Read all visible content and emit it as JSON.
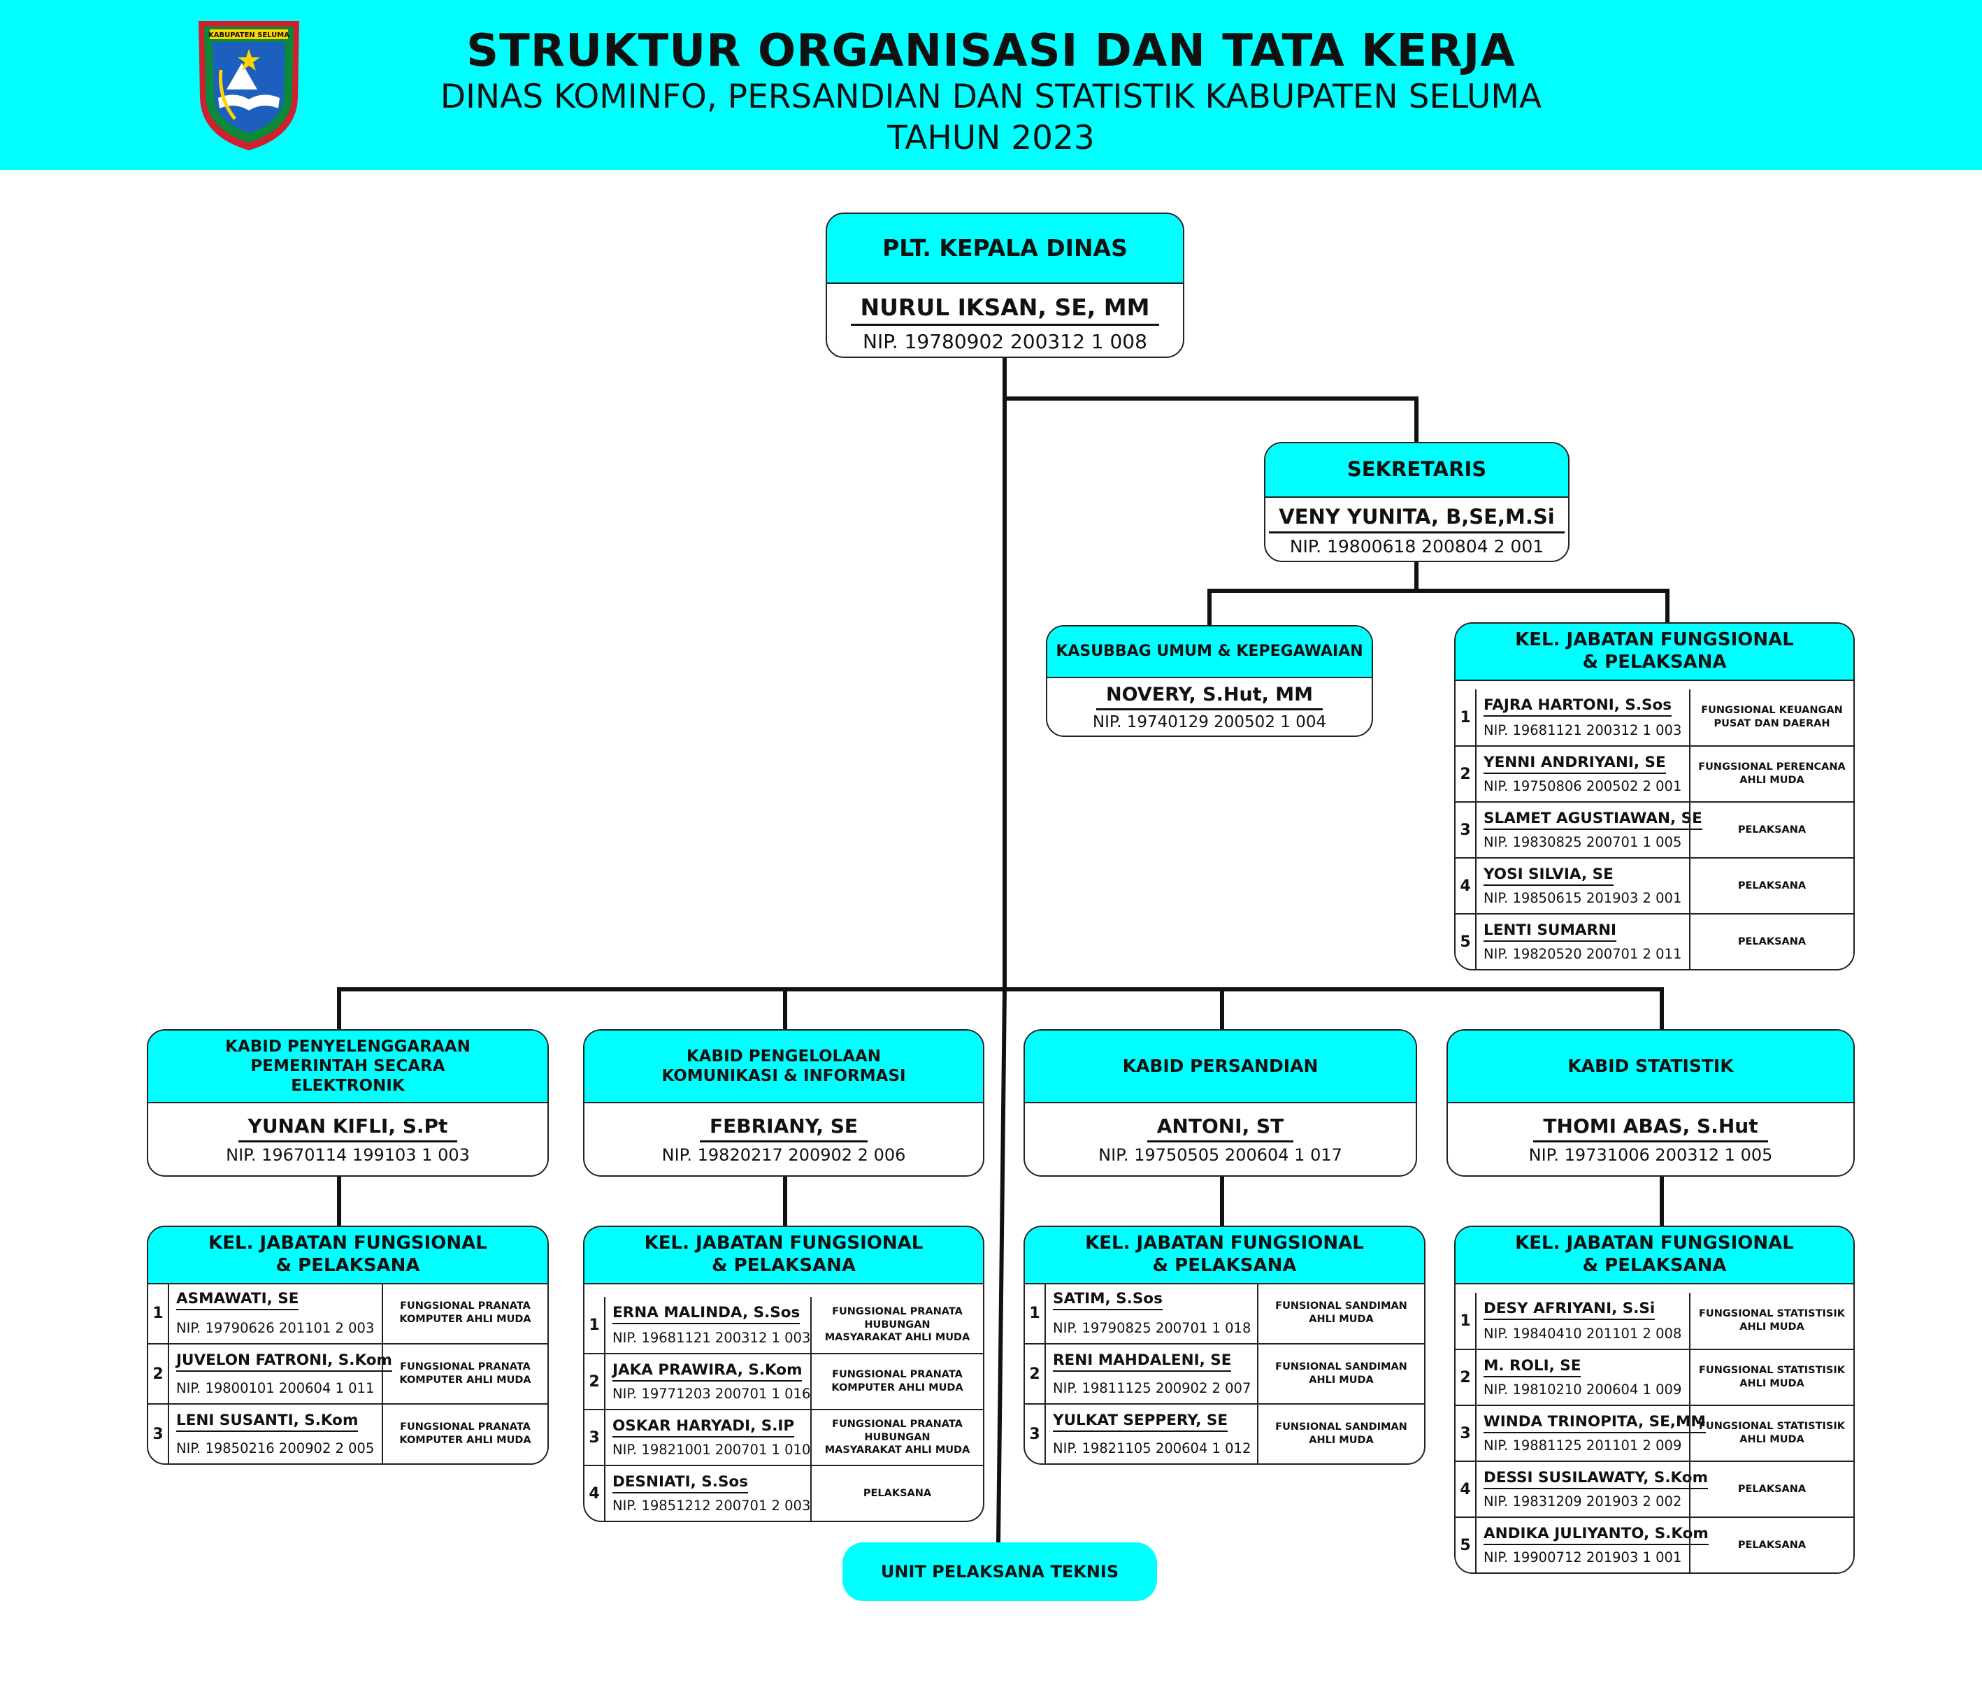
{
  "header": {
    "title": "STRUKTUR ORGANISASI DAN TATA KERJA",
    "subtitle": "DINAS KOMINFO, PERSANDIAN DAN STATISTIK KABUPATEN SELUMA",
    "year": "TAHUN 2023",
    "logo_text": "KABUPATEN SELUMA",
    "colors": {
      "accent": "#00ffff",
      "logo_border": "#d01f2f",
      "logo_green": "#0b8a3a",
      "logo_blue": "#1c5fbf"
    }
  },
  "kepala": {
    "title": "PLT. KEPALA DINAS",
    "name": "NURUL IKSAN, SE, MM",
    "nip": "NIP. 19780902 200312 1 008"
  },
  "sekretaris": {
    "title": "SEKRETARIS",
    "name": "VENY YUNITA, B,SE,M.Si",
    "nip": "NIP. 19800618 200804 2 001"
  },
  "kasubbag": {
    "title": "KASUBBAG UMUM & KEPEGAWAIAN",
    "name": "NOVERY, S.Hut, MM",
    "nip": "NIP. 19740129 200502 1 004"
  },
  "groups": [
    {
      "title": "KEL. JABATAN FUNGSIONAL\n& PELAKSANA",
      "members": [
        {
          "no": "1",
          "name": "FAJRA HARTONI, S.Sos",
          "nip": "NIP. 19681121 200312 1 003",
          "position": "FUNGSIONAL KEUANGAN\nPUSAT DAN DAERAH"
        },
        {
          "no": "2",
          "name": "YENNI ANDRIYANI, SE",
          "nip": "NIP. 19750806 200502 2 001",
          "position": "FUNGSIONAL PERENCANA\nAHLI MUDA"
        },
        {
          "no": "3",
          "name": "SLAMET AGUSTIAWAN, SE",
          "nip": "NIP. 19830825 200701 1 005",
          "position": "PELAKSANA"
        },
        {
          "no": "4",
          "name": "YOSI SILVIA, SE",
          "nip": "NIP. 19850615 201903 2 001",
          "position": "PELAKSANA"
        },
        {
          "no": "5",
          "name": "LENTI SUMARNI",
          "nip": "NIP. 19820520 200701 2 011",
          "position": "PELAKSANA"
        }
      ]
    },
    {
      "title": "KEL. JABATAN FUNGSIONAL\n& PELAKSANA",
      "members": [
        {
          "no": "1",
          "name": "ASMAWATI, SE",
          "nip": "NIP. 19790626 201101 2 003",
          "position": "FUNGSIONAL PRANATA\nKOMPUTER AHLI MUDA"
        },
        {
          "no": "2",
          "name": "JUVELON FATRONI, S.Kom",
          "nip": "NIP. 19800101 200604 1 011",
          "position": "FUNGSIONAL PRANATA\nKOMPUTER AHLI MUDA"
        },
        {
          "no": "3",
          "name": "LENI SUSANTI, S.Kom",
          "nip": "NIP. 19850216 200902 2 005",
          "position": "FUNGSIONAL PRANATA\nKOMPUTER AHLI MUDA"
        }
      ]
    },
    {
      "title": "KEL. JABATAN FUNGSIONAL\n& PELAKSANA",
      "members": [
        {
          "no": "1",
          "name": "ERNA MALINDA, S.Sos",
          "nip": "NIP. 19681121 200312 1 003",
          "position": "FUNGSIONAL PRANATA HUBUNGAN\nMASYARAKAT AHLI MUDA"
        },
        {
          "no": "2",
          "name": "JAKA PRAWIRA, S.Kom",
          "nip": "NIP. 19771203 200701 1 016",
          "position": "FUNGSIONAL PRANATA\nKOMPUTER AHLI MUDA"
        },
        {
          "no": "3",
          "name": "OSKAR HARYADI, S.IP",
          "nip": "NIP. 19821001 200701 1 010",
          "position": "FUNGSIONAL PRANATA HUBUNGAN\nMASYARAKAT AHLI MUDA"
        },
        {
          "no": "4",
          "name": "DESNIATI, S.Sos",
          "nip": "NIP. 19851212 200701 2 003",
          "position": "PELAKSANA"
        }
      ]
    },
    {
      "title": "KEL. JABATAN FUNGSIONAL\n& PELAKSANA",
      "members": [
        {
          "no": "1",
          "name": "SATIM, S.Sos",
          "nip": "NIP. 19790825 200701 1 018",
          "position": "FUNSIONAL SANDIMAN\nAHLI MUDA"
        },
        {
          "no": "2",
          "name": "RENI MAHDALENI, SE",
          "nip": "NIP. 19811125 200902 2 007",
          "position": "FUNSIONAL SANDIMAN\nAHLI MUDA"
        },
        {
          "no": "3",
          "name": "YULKAT SEPPERY, SE",
          "nip": "NIP. 19821105 200604 1 012",
          "position": "FUNSIONAL SANDIMAN\nAHLI MUDA"
        }
      ]
    },
    {
      "title": "KEL. JABATAN FUNGSIONAL\n& PELAKSANA",
      "members": [
        {
          "no": "1",
          "name": "DESY AFRIYANI, S.Si",
          "nip": "NIP. 19840410 201101 2 008",
          "position": "FUNGSIONAL STATISTISIK\nAHLI MUDA"
        },
        {
          "no": "2",
          "name": "M. ROLI, SE",
          "nip": "NIP. 19810210 200604 1 009",
          "position": "FUNGSIONAL STATISTISIK\nAHLI MUDA"
        },
        {
          "no": "3",
          "name": "WINDA TRINOPITA, SE,MM",
          "nip": "NIP. 19881125 201101 2 009",
          "position": "FUNGSIONAL STATISTISIK\nAHLI MUDA"
        },
        {
          "no": "4",
          "name": "DESSI SUSILAWATY, S.Kom",
          "nip": "NIP. 19831209 201903 2 002",
          "position": "PELAKSANA"
        },
        {
          "no": "5",
          "name": "ANDIKA JULIYANTO, S.Kom",
          "nip": "NIP. 19900712 201903 1 001",
          "position": "PELAKSANA"
        }
      ]
    }
  ],
  "kabid": [
    {
      "title": "KABID PENYELENGGARAAN\nPEMERINTAH SECARA\nELEKTRONIK",
      "name": "YUNAN KIFLI, S.Pt",
      "nip": "NIP. 19670114 199103 1 003"
    },
    {
      "title": "KABID PENGELOLAAN\nKOMUNIKASI & INFORMASI",
      "name": "FEBRIANY, SE",
      "nip": "NIP. 19820217 200902 2 006"
    },
    {
      "title": "KABID PERSANDIAN",
      "name": "ANTONI, ST",
      "nip": "NIP. 19750505 200604 1 017"
    },
    {
      "title": "KABID STATISTIK",
      "name": "THOMI ABAS, S.Hut",
      "nip": "NIP. 19731006 200312 1 005"
    }
  ],
  "upt": {
    "label": "UNIT PELAKSANA TEKNIS"
  }
}
